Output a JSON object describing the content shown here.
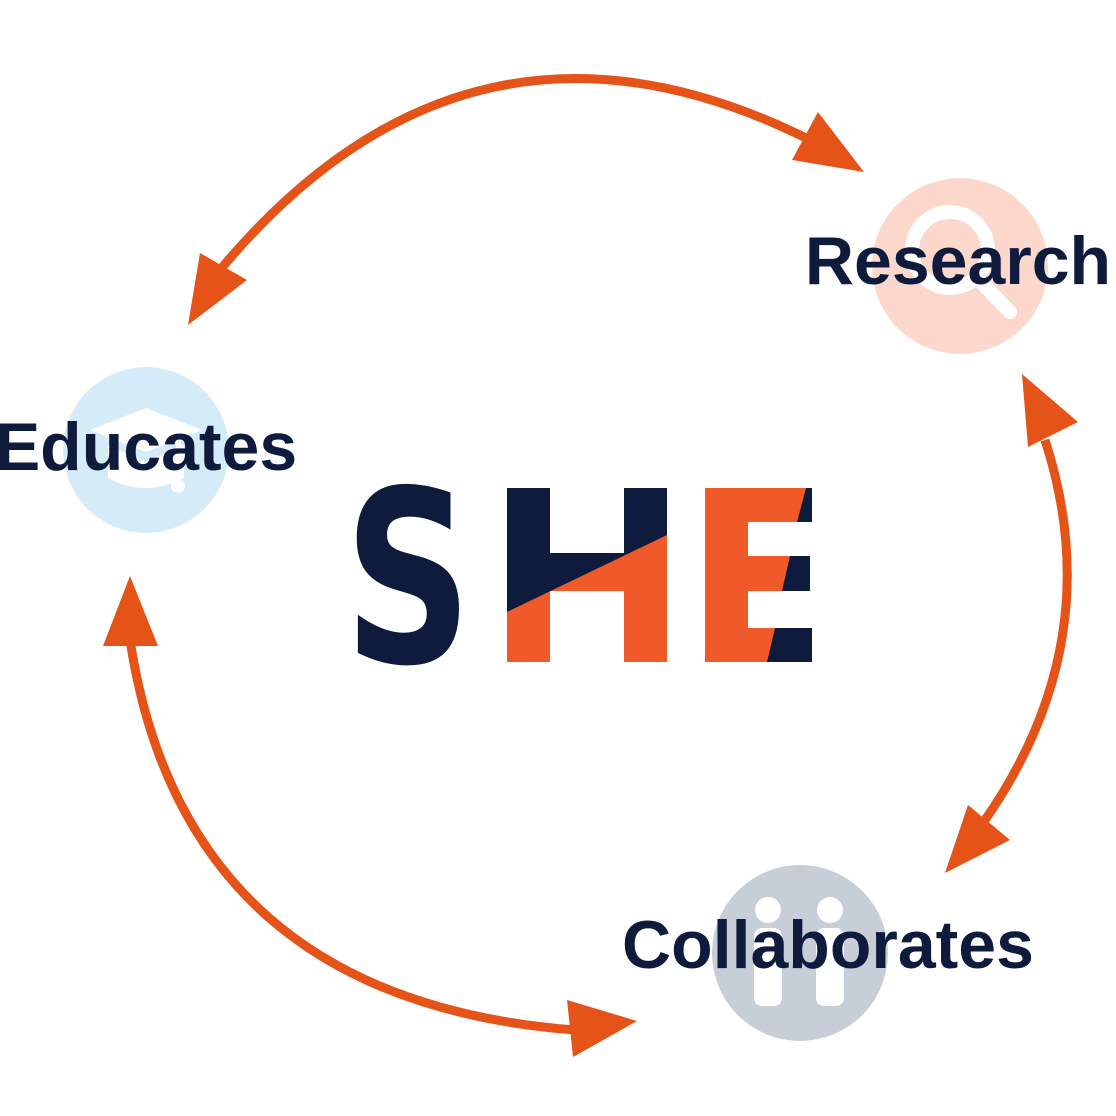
{
  "logo": {
    "text": "SHE",
    "navy": "#0f1b3d",
    "orange": "#f05a28"
  },
  "arrow_color": "#e65318",
  "nodes": [
    {
      "id": "research",
      "label": "Research",
      "icon": "magnifier-icon",
      "icon_color": "#fcd8cc"
    },
    {
      "id": "educates",
      "label": "Educates",
      "icon": "graduation-cap-icon",
      "icon_color": "#d5ecf8"
    },
    {
      "id": "collaborates",
      "label": "Collaborates",
      "icon": "people-icon",
      "icon_color": "#c8ced8"
    }
  ]
}
